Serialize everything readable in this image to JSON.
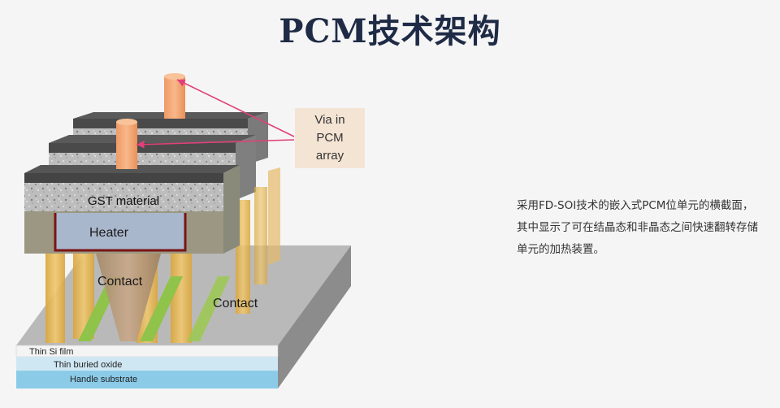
{
  "title": "PCM技术架构",
  "callout": {
    "text": "Via in\nPCM\narray"
  },
  "labels": {
    "gst": "GST material",
    "heater": "Heater",
    "contact_left": "Contact",
    "contact_right": "Contact",
    "thin_si": "Thin Si film",
    "buried_oxide": "Thin buried oxide",
    "handle": "Handle substrate"
  },
  "description": "采用FD-SOI技术的嵌入式PCM位单元的横截面，其中显示了可在结晶态和非晶态之间快速翻转存储单元的加热装置。",
  "colors": {
    "gst_top": "#3d3d3d",
    "heater": "#a9b7cd",
    "contact_orange": "#f2a070",
    "pillar_gold": "#e5b85a",
    "arrow_pink": "#e0407a",
    "title_navy": "#1f2b46"
  }
}
